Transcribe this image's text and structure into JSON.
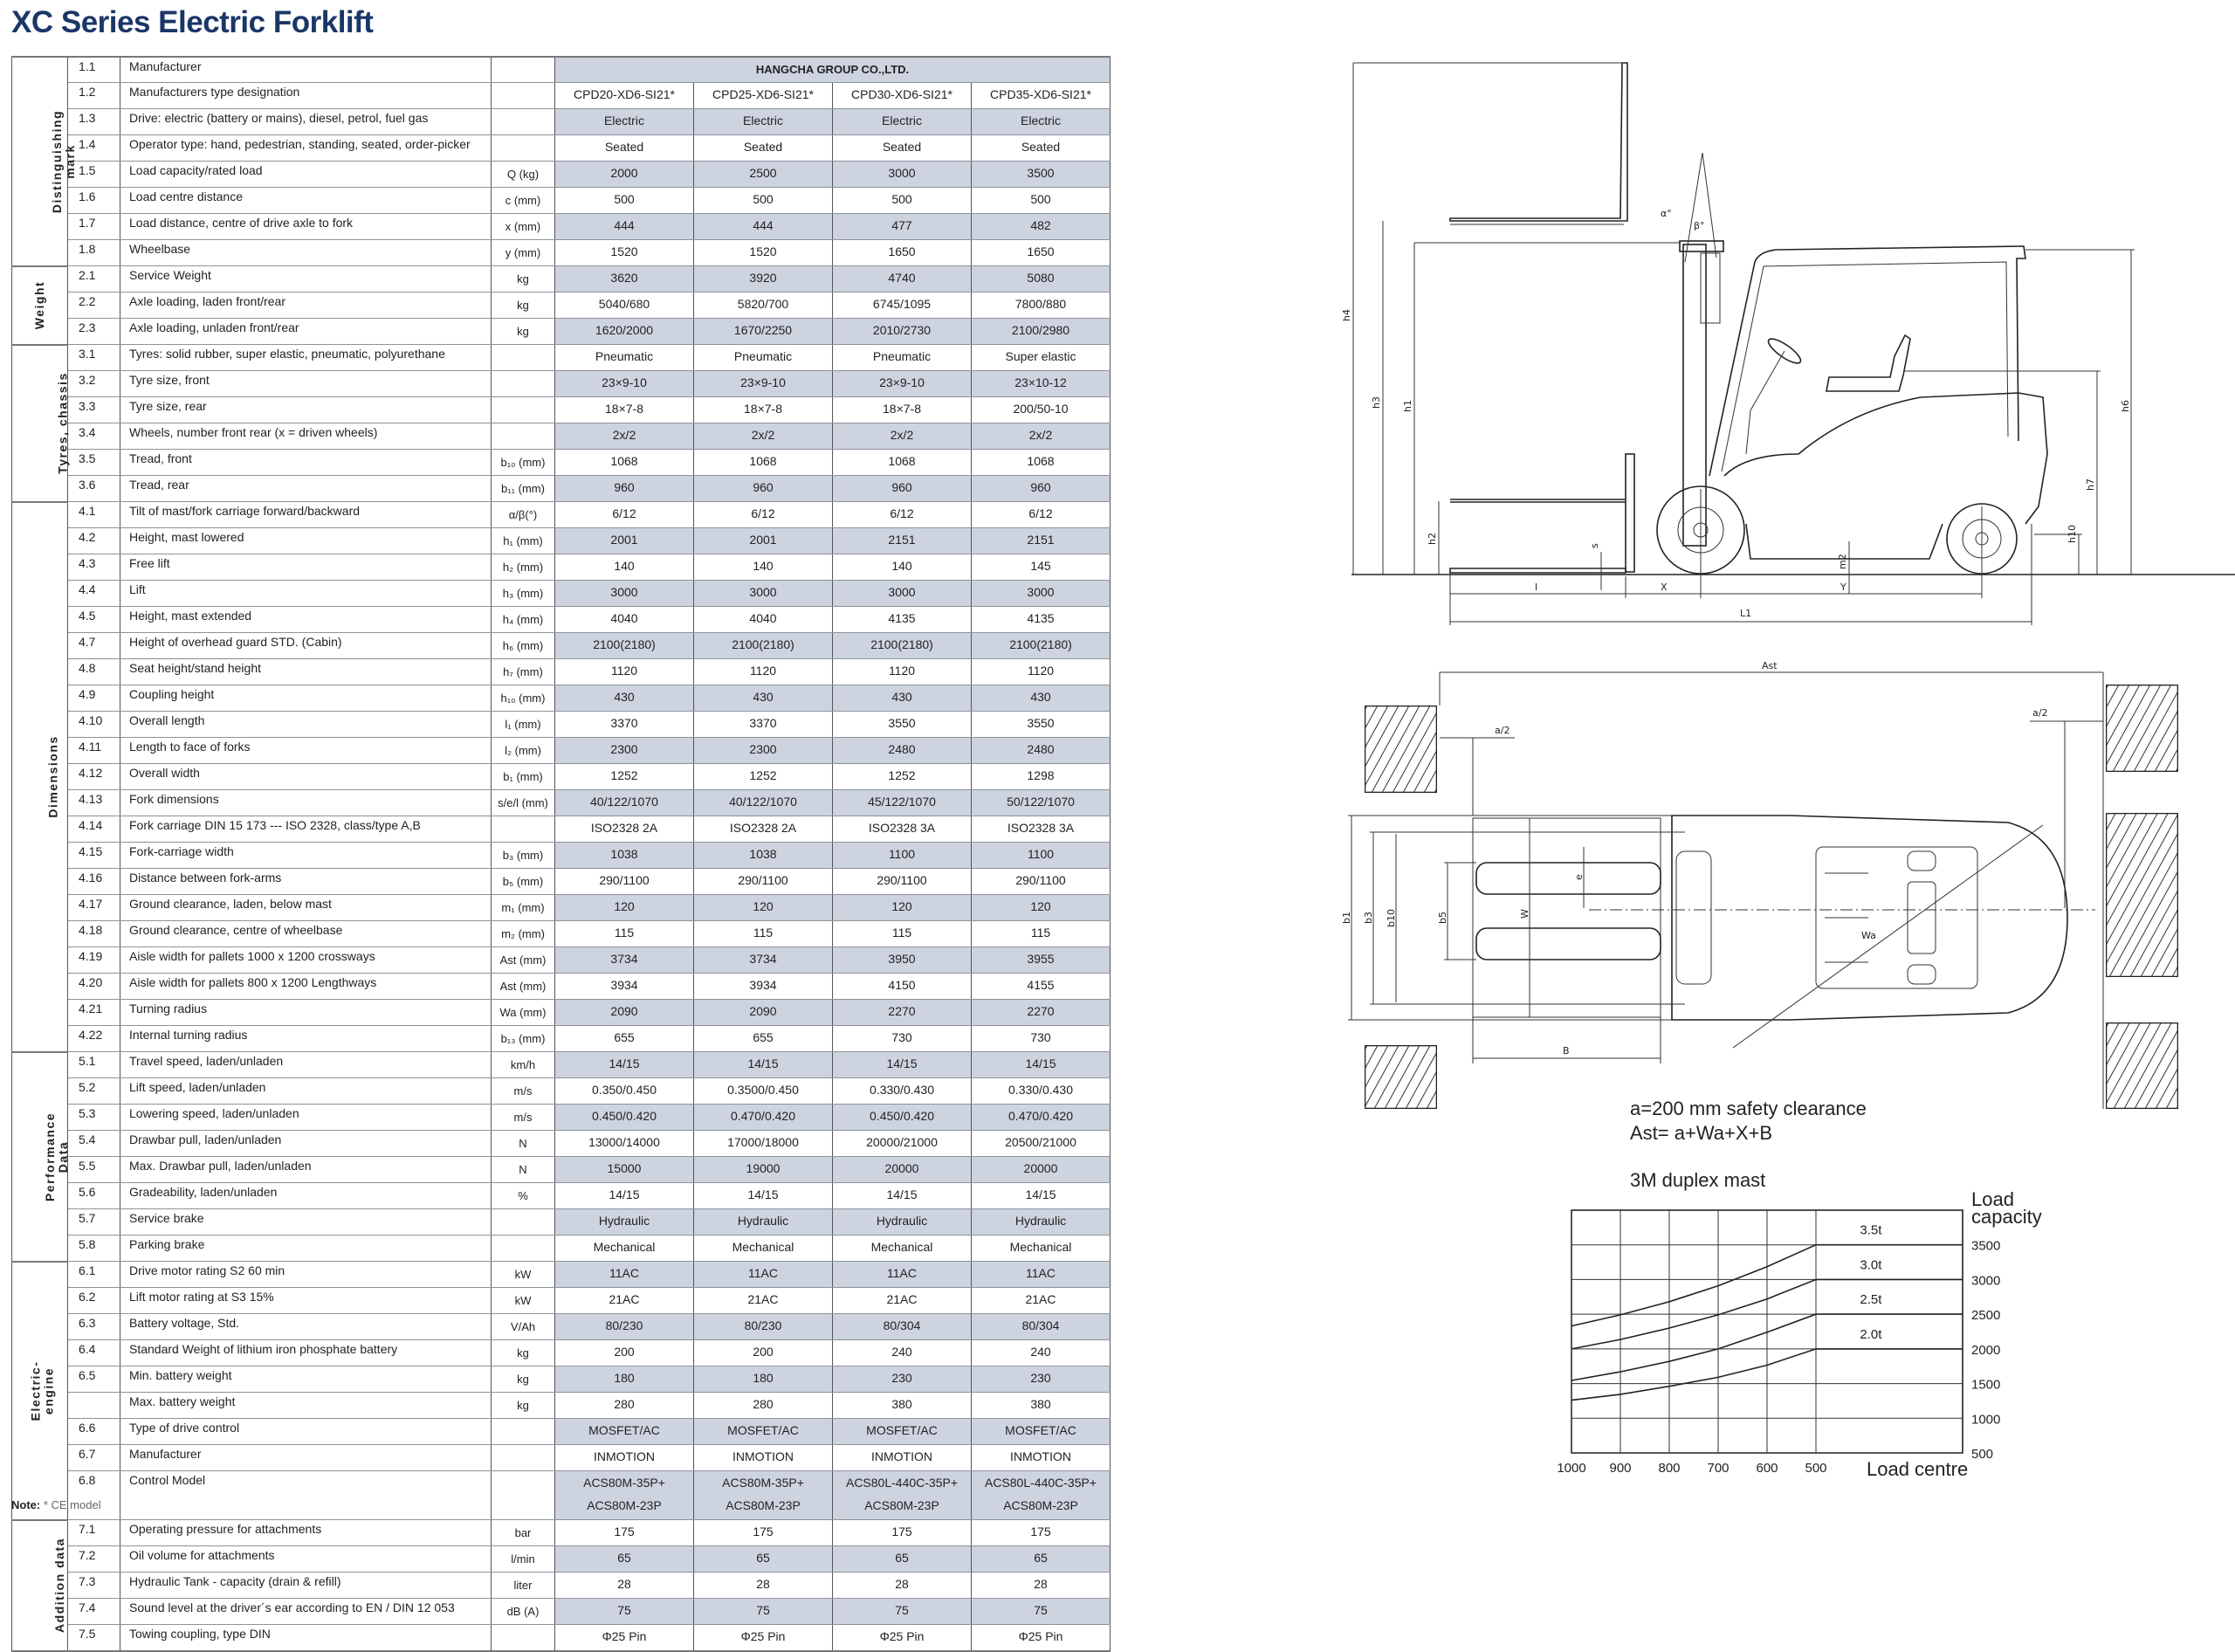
{
  "title": "XC Series Electric Forklift",
  "manufacturer": "HANGCHA GROUP CO.,LTD.",
  "note_label": "Note:",
  "note_text": "* CE model",
  "colors": {
    "title": "#1b3668",
    "shade": "#cdd3df"
  },
  "sections": [
    {
      "label": "Distinguishing\nmark",
      "rows": [
        {
          "no": "1.1",
          "desc": "Manufacturer",
          "unit": "",
          "merged": true
        },
        {
          "no": "1.2",
          "desc": "Manufacturers type designation",
          "unit": "",
          "values": [
            "CPD20-XD6-SI21*",
            "CPD25-XD6-SI21*",
            "CPD30-XD6-SI21*",
            "CPD35-XD6-SI21*"
          ]
        },
        {
          "no": "1.3",
          "desc": "Drive: electric (battery or mains), diesel, petrol, fuel gas",
          "unit": "",
          "values": [
            "Electric",
            "Electric",
            "Electric",
            "Electric"
          ]
        },
        {
          "no": "1.4",
          "desc": "Operator type: hand, pedestrian, standing, seated, order-picker",
          "unit": "",
          "values": [
            "Seated",
            "Seated",
            "Seated",
            "Seated"
          ]
        },
        {
          "no": "1.5",
          "desc": "Load capacity/rated load",
          "unit": "Q (kg)",
          "values": [
            "2000",
            "2500",
            "3000",
            "3500"
          ]
        },
        {
          "no": "1.6",
          "desc": "Load centre distance",
          "unit": "c (mm)",
          "values": [
            "500",
            "500",
            "500",
            "500"
          ]
        },
        {
          "no": "1.7",
          "desc": "Load distance, centre of drive axle to fork",
          "unit": "x (mm)",
          "values": [
            "444",
            "444",
            "477",
            "482"
          ]
        },
        {
          "no": "1.8",
          "desc": "Wheelbase",
          "unit": "y (mm)",
          "values": [
            "1520",
            "1520",
            "1650",
            "1650"
          ]
        }
      ]
    },
    {
      "label": "Weight",
      "rows": [
        {
          "no": "2.1",
          "desc": "Service Weight",
          "unit": "kg",
          "values": [
            "3620",
            "3920",
            "4740",
            "5080"
          ]
        },
        {
          "no": "2.2",
          "desc": "Axle loading, laden front/rear",
          "unit": "kg",
          "values": [
            "5040/680",
            "5820/700",
            "6745/1095",
            "7800/880"
          ]
        },
        {
          "no": "2.3",
          "desc": "Axle loading, unladen front/rear",
          "unit": "kg",
          "values": [
            "1620/2000",
            "1670/2250",
            "2010/2730",
            "2100/2980"
          ]
        }
      ]
    },
    {
      "label": "Tyres, chassis",
      "rows": [
        {
          "no": "3.1",
          "desc": "Tyres: solid rubber, super elastic, pneumatic, polyurethane",
          "unit": "",
          "values": [
            "Pneumatic",
            "Pneumatic",
            "Pneumatic",
            "Super elastic"
          ]
        },
        {
          "no": "3.2",
          "desc": "Tyre size, front",
          "unit": "",
          "values": [
            "23×9-10",
            "23×9-10",
            "23×9-10",
            "23×10-12"
          ]
        },
        {
          "no": "3.3",
          "desc": "Tyre size, rear",
          "unit": "",
          "values": [
            "18×7-8",
            "18×7-8",
            "18×7-8",
            "200/50-10"
          ]
        },
        {
          "no": "3.4",
          "desc": "Wheels, number front rear (x = driven wheels)",
          "unit": "",
          "values": [
            "2x/2",
            "2x/2",
            "2x/2",
            "2x/2"
          ]
        },
        {
          "no": "3.5",
          "desc": "Tread, front",
          "unit": "b₁₀ (mm)",
          "values": [
            "1068",
            "1068",
            "1068",
            "1068"
          ]
        },
        {
          "no": "3.6",
          "desc": "Tread, rear",
          "unit": "b₁₁ (mm)",
          "values": [
            "960",
            "960",
            "960",
            "960"
          ]
        }
      ]
    },
    {
      "label": "Dimensions",
      "rows": [
        {
          "no": "4.1",
          "desc": "Tilt of mast/fork carriage forward/backward",
          "unit": "α/β(°)",
          "values": [
            "6/12",
            "6/12",
            "6/12",
            "6/12"
          ]
        },
        {
          "no": "4.2",
          "desc": "Height, mast lowered",
          "unit": "h₁ (mm)",
          "values": [
            "2001",
            "2001",
            "2151",
            "2151"
          ]
        },
        {
          "no": "4.3",
          "desc": "Free lift",
          "unit": "h₂ (mm)",
          "values": [
            "140",
            "140",
            "140",
            "145"
          ]
        },
        {
          "no": "4.4",
          "desc": "Lift",
          "unit": "h₃ (mm)",
          "values": [
            "3000",
            "3000",
            "3000",
            "3000"
          ]
        },
        {
          "no": "4.5",
          "desc": "Height, mast extended",
          "unit": "h₄ (mm)",
          "values": [
            "4040",
            "4040",
            "4135",
            "4135"
          ]
        },
        {
          "no": "4.7",
          "desc": "Height of overhead guard STD. (Cabin)",
          "unit": "h₆ (mm)",
          "values": [
            "2100(2180)",
            "2100(2180)",
            "2100(2180)",
            "2100(2180)"
          ]
        },
        {
          "no": "4.8",
          "desc": "Seat height/stand height",
          "unit": "h₇ (mm)",
          "values": [
            "1120",
            "1120",
            "1120",
            "1120"
          ]
        },
        {
          "no": "4.9",
          "desc": "Coupling height",
          "unit": "h₁₀ (mm)",
          "values": [
            "430",
            "430",
            "430",
            "430"
          ]
        },
        {
          "no": "4.10",
          "desc": "Overall length",
          "unit": "l₁ (mm)",
          "values": [
            "3370",
            "3370",
            "3550",
            "3550"
          ]
        },
        {
          "no": "4.11",
          "desc": "Length to face of forks",
          "unit": "l₂ (mm)",
          "values": [
            "2300",
            "2300",
            "2480",
            "2480"
          ]
        },
        {
          "no": "4.12",
          "desc": "Overall width",
          "unit": "b₁ (mm)",
          "values": [
            "1252",
            "1252",
            "1252",
            "1298"
          ]
        },
        {
          "no": "4.13",
          "desc": "Fork dimensions",
          "unit": "s/e/l (mm)",
          "values": [
            "40/122/1070",
            "40/122/1070",
            "45/122/1070",
            "50/122/1070"
          ]
        },
        {
          "no": "4.14",
          "desc": "Fork carriage DIN 15 173 --- ISO 2328, class/type A,B",
          "unit": "",
          "values": [
            "ISO2328 2A",
            "ISO2328 2A",
            "ISO2328 3A",
            "ISO2328 3A"
          ]
        },
        {
          "no": "4.15",
          "desc": "Fork-carriage width",
          "unit": "b₃ (mm)",
          "values": [
            "1038",
            "1038",
            "1100",
            "1100"
          ]
        },
        {
          "no": "4.16",
          "desc": "Distance between fork-arms",
          "unit": "b₅ (mm)",
          "values": [
            "290/1100",
            "290/1100",
            "290/1100",
            "290/1100"
          ]
        },
        {
          "no": "4.17",
          "desc": "Ground clearance, laden, below mast",
          "unit": "m₁ (mm)",
          "values": [
            "120",
            "120",
            "120",
            "120"
          ]
        },
        {
          "no": "4.18",
          "desc": "Ground clearance, centre of wheelbase",
          "unit": "m₂ (mm)",
          "values": [
            "115",
            "115",
            "115",
            "115"
          ]
        },
        {
          "no": "4.19",
          "desc": "Aisle width for pallets 1000 x 1200 crossways",
          "unit": "Ast (mm)",
          "values": [
            "3734",
            "3734",
            "3950",
            "3955"
          ]
        },
        {
          "no": "4.20",
          "desc": "Aisle width for pallets 800 x 1200 Lengthways",
          "unit": "Ast (mm)",
          "values": [
            "3934",
            "3934",
            "4150",
            "4155"
          ]
        },
        {
          "no": "4.21",
          "desc": "Turning radius",
          "unit": "Wa (mm)",
          "values": [
            "2090",
            "2090",
            "2270",
            "2270"
          ]
        },
        {
          "no": "4.22",
          "desc": "Internal turning radius",
          "unit": "b₁₃ (mm)",
          "values": [
            "655",
            "655",
            "730",
            "730"
          ]
        }
      ]
    },
    {
      "label": "Performance\nData",
      "rows": [
        {
          "no": "5.1",
          "desc": "Travel speed, laden/unladen",
          "unit": "km/h",
          "values": [
            "14/15",
            "14/15",
            "14/15",
            "14/15"
          ]
        },
        {
          "no": "5.2",
          "desc": "Lift speed, laden/unladen",
          "unit": "m/s",
          "values": [
            "0.350/0.450",
            "0.3500/0.450",
            "0.330/0.430",
            "0.330/0.430"
          ]
        },
        {
          "no": "5.3",
          "desc": "Lowering speed, laden/unladen",
          "unit": "m/s",
          "values": [
            "0.450/0.420",
            "0.470/0.420",
            "0.450/0.420",
            "0.470/0.420"
          ]
        },
        {
          "no": "5.4",
          "desc": "Drawbar pull, laden/unladen",
          "unit": "N",
          "values": [
            "13000/14000",
            "17000/18000",
            "20000/21000",
            "20500/21000"
          ]
        },
        {
          "no": "5.5",
          "desc": "Max. Drawbar pull, laden/unladen",
          "unit": "N",
          "values": [
            "15000",
            "19000",
            "20000",
            "20000"
          ]
        },
        {
          "no": "5.6",
          "desc": "Gradeability, laden/unladen",
          "unit": "%",
          "values": [
            "14/15",
            "14/15",
            "14/15",
            "14/15"
          ]
        },
        {
          "no": "5.7",
          "desc": "Service brake",
          "unit": "",
          "values": [
            "Hydraulic",
            "Hydraulic",
            "Hydraulic",
            "Hydraulic"
          ]
        },
        {
          "no": "5.8",
          "desc": "Parking brake",
          "unit": "",
          "values": [
            "Mechanical",
            "Mechanical",
            "Mechanical",
            "Mechanical"
          ]
        }
      ]
    },
    {
      "label": "Electric-\nengine",
      "rows": [
        {
          "no": "6.1",
          "desc": "Drive motor rating S2 60 min",
          "unit": "kW",
          "values": [
            "11AC",
            "11AC",
            "11AC",
            "11AC"
          ]
        },
        {
          "no": "6.2",
          "desc": "Lift motor rating at S3 15%",
          "unit": "kW",
          "values": [
            "21AC",
            "21AC",
            "21AC",
            "21AC"
          ]
        },
        {
          "no": "6.3",
          "desc": "Battery voltage, Std.",
          "unit": "V/Ah",
          "values": [
            "80/230",
            "80/230",
            "80/304",
            "80/304"
          ]
        },
        {
          "no": "6.4",
          "desc": "Standard Weight of lithium iron phosphate battery",
          "unit": "kg",
          "values": [
            "200",
            "200",
            "240",
            "240"
          ]
        },
        {
          "no": "6.5",
          "desc": "Min. battery weight",
          "unit": "kg",
          "values": [
            "180",
            "180",
            "230",
            "230"
          ]
        },
        {
          "no": "",
          "desc": "Max. battery weight",
          "unit": "kg",
          "values": [
            "280",
            "280",
            "380",
            "380"
          ]
        },
        {
          "no": "6.6",
          "desc": "Type of drive control",
          "unit": "",
          "values": [
            "MOSFET/AC",
            "MOSFET/AC",
            "MOSFET/AC",
            "MOSFET/AC"
          ]
        },
        {
          "no": "6.7",
          "desc": "Manufacturer",
          "unit": "",
          "values": [
            "INMOTION",
            "INMOTION",
            "INMOTION",
            "INMOTION"
          ]
        },
        {
          "no": "6.8",
          "desc": "Control Model",
          "unit": "",
          "double": true,
          "values": [
            "ACS80M-35P+\nACS80M-23P",
            "ACS80M-35P+\nACS80M-23P",
            "ACS80L-440C-35P+\nACS80M-23P",
            "ACS80L-440C-35P+\nACS80M-23P"
          ]
        }
      ]
    },
    {
      "label": "Addition data",
      "rows": [
        {
          "no": "7.1",
          "desc": "Operating pressure for attachments",
          "unit": "bar",
          "values": [
            "175",
            "175",
            "175",
            "175"
          ]
        },
        {
          "no": "7.2",
          "desc": "Oil volume for attachments",
          "unit": "l/min",
          "values": [
            "65",
            "65",
            "65",
            "65"
          ]
        },
        {
          "no": "7.3",
          "desc": "Hydraulic Tank - capacity (drain & refill)",
          "unit": "liter",
          "values": [
            "28",
            "28",
            "28",
            "28"
          ]
        },
        {
          "no": "7.4",
          "desc": "Sound level at the driver´s ear according to EN / DIN 12 053",
          "unit": "dB (A)",
          "values": [
            "75",
            "75",
            "75",
            "75"
          ]
        },
        {
          "no": "7.5",
          "desc": "Towing coupling, type DIN",
          "unit": "",
          "values": [
            "Φ25 Pin",
            "Φ25 Pin",
            "Φ25 Pin",
            "Φ25 Pin"
          ]
        }
      ]
    }
  ],
  "side_view": {
    "labels": {
      "h4": "h4",
      "h3": "h3",
      "h1": "h1",
      "h2": "h2",
      "s": "s",
      "h6": "h6",
      "h7": "h7",
      "h10": "h10",
      "m2": "m2",
      "l": "l",
      "x": "X",
      "y": "Y",
      "l1": "L1",
      "alpha": "α°",
      "beta": "β°"
    }
  },
  "top_view": {
    "labels": {
      "ast": "Ast",
      "a2_left": "a/2",
      "a2_right": "a/2",
      "b1": "b1",
      "b3": "b3",
      "b10": "b10",
      "b5": "b5",
      "w": "W",
      "e": "e",
      "b": "B",
      "wa": "Wa"
    }
  },
  "formula": {
    "line1": "a=200 mm safety clearance",
    "line2": "Ast= a+Wa+X+B"
  },
  "chart_data": {
    "type": "line",
    "title": "3M duplex mast",
    "xlabel": "Load centre",
    "ylabel": "Load capacity",
    "x_ticks": [
      "1000",
      "900",
      "800",
      "700",
      "600",
      "500"
    ],
    "y_ticks": [
      "3500",
      "3000",
      "2500",
      "2000",
      "1500",
      "1000",
      "500"
    ],
    "xlim": [
      1000,
      200
    ],
    "ylim": [
      500,
      4000
    ],
    "grid": true,
    "x": [
      1000,
      900,
      800,
      700,
      600,
      500,
      200
    ],
    "series": [
      {
        "name": "3.5t",
        "values": [
          2330,
          2490,
          2680,
          2910,
          3185,
          3500,
          3500
        ]
      },
      {
        "name": "3.0t",
        "values": [
          2000,
          2135,
          2300,
          2490,
          2720,
          3000,
          3000
        ]
      },
      {
        "name": "2.5t",
        "values": [
          1545,
          1670,
          1820,
          2000,
          2240,
          2500,
          2500
        ]
      },
      {
        "name": "2.0t",
        "values": [
          1260,
          1345,
          1460,
          1590,
          1765,
          2000,
          2000
        ]
      }
    ]
  }
}
